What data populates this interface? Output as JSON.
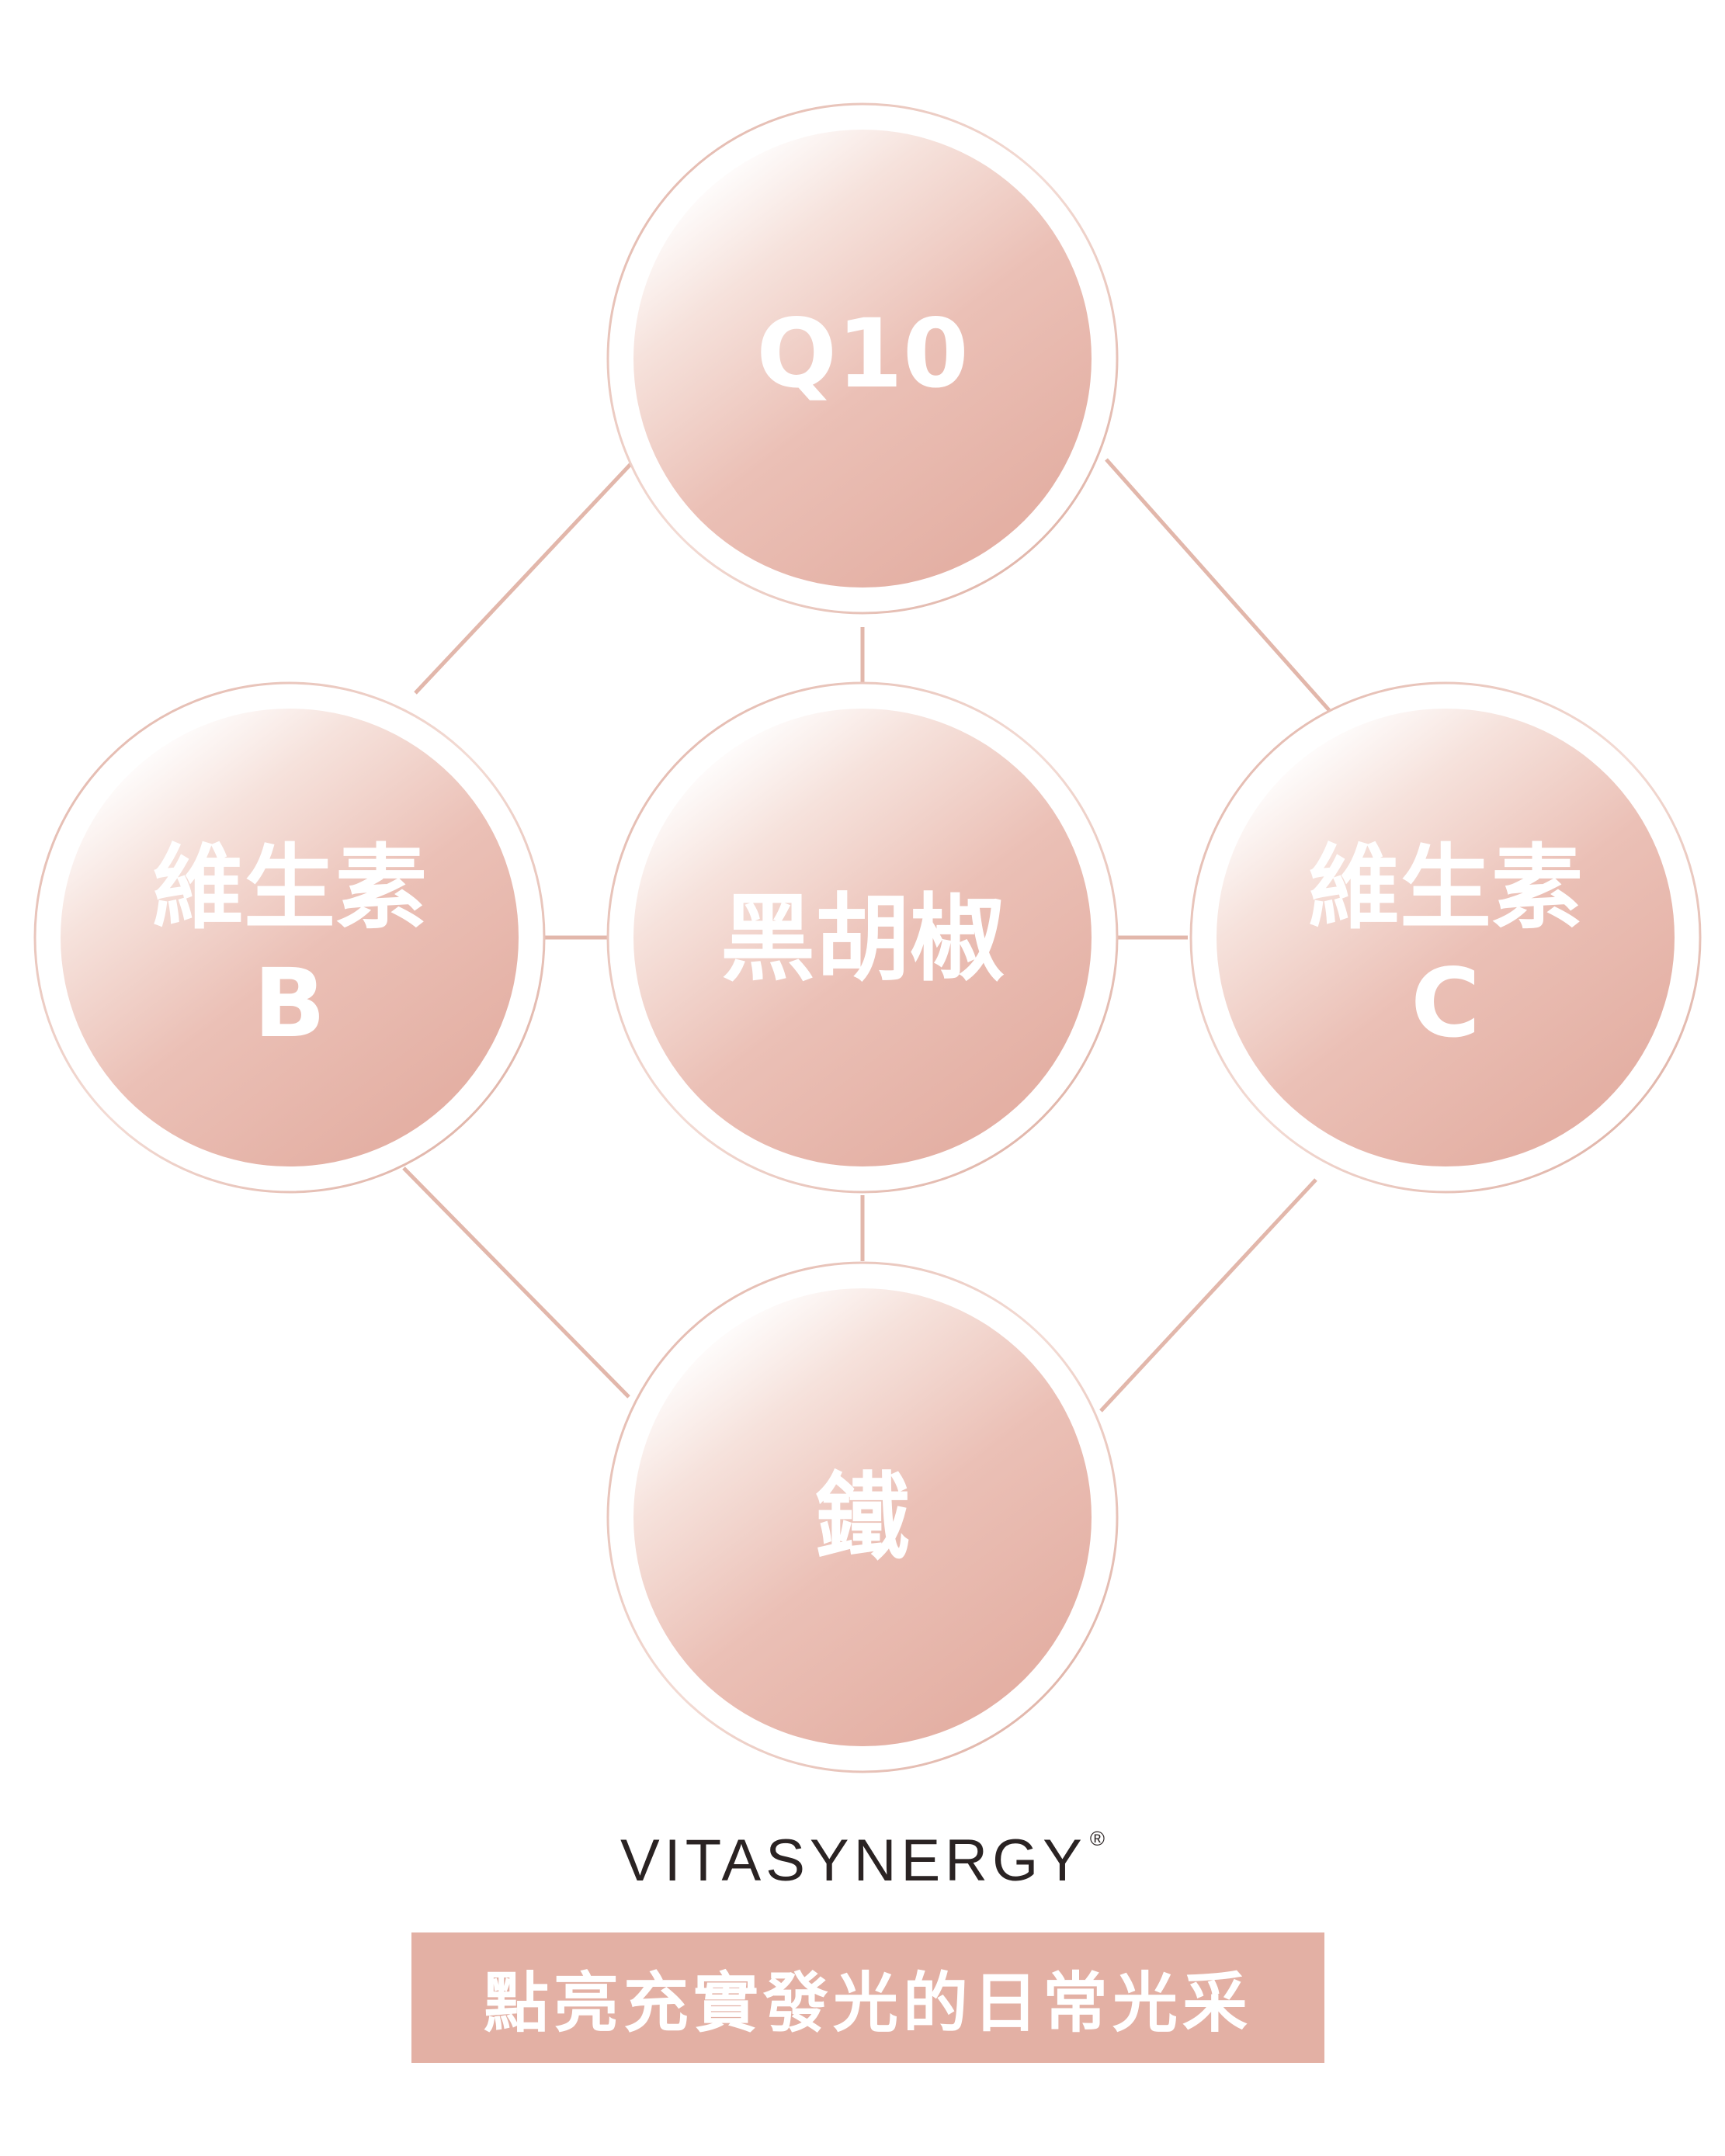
{
  "diagram": {
    "nodes": {
      "top": "Q10",
      "left_line1": "維生素",
      "left_line2": "B",
      "center": "黑胡椒",
      "right_line1": "維生素",
      "right_line2": "C",
      "bottom": "鐵"
    }
  },
  "brand": {
    "name": "VITASYNERGY",
    "registered_mark": "®"
  },
  "tagline": "點亮充實發光的日常光采",
  "colors": {
    "circle_fill_dark": "#e3aea2",
    "circle_fill_light": "#ffffff",
    "ring_stroke": "#dfb1a5",
    "connector": "#e2b7ab",
    "tagline_bg": "#e3b0a4",
    "brand_text": "#2a2323"
  }
}
